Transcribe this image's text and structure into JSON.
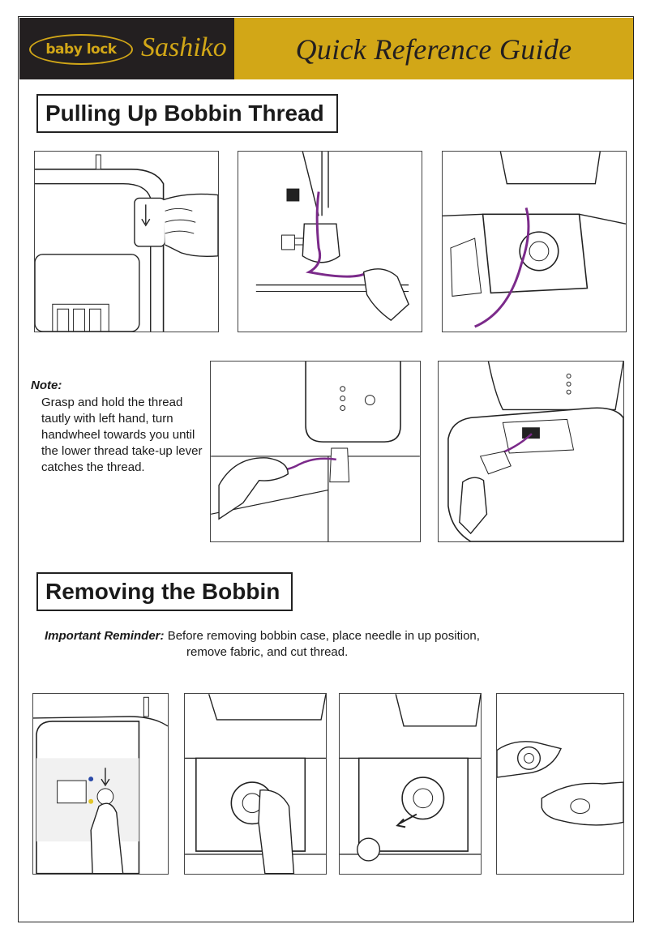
{
  "header": {
    "brand": "baby lock",
    "model": "Sashiko",
    "title": "Quick Reference Guide"
  },
  "sections": [
    {
      "title": "Pulling Up Bobbin Thread"
    },
    {
      "title": "Removing the Bobbin"
    }
  ],
  "note": {
    "label": "Note:",
    "text": "Grasp and hold the thread tautly with left hand, turn handwheel towards you until the lower thread take-up lever catches the thread."
  },
  "reminder": {
    "label": "Important Reminder:",
    "line1": "Before removing bobbin case, place needle in up position,",
    "line2": "remove fabric, and cut thread."
  },
  "icons": [
    "handwheel-turn-icon",
    "needle-thread-pull-icon",
    "bobbin-area-thread-icon",
    "hold-thread-icon",
    "thread-under-foot-icon",
    "needle-position-button-icon",
    "open-hook-cover-icon",
    "remove-bobbin-case-icon",
    "bobbin-case-in-hand-icon"
  ],
  "colors": {
    "header_dark": "#231f20",
    "header_gold": "#d2a717",
    "thread_purple": "#7b2a8a"
  }
}
